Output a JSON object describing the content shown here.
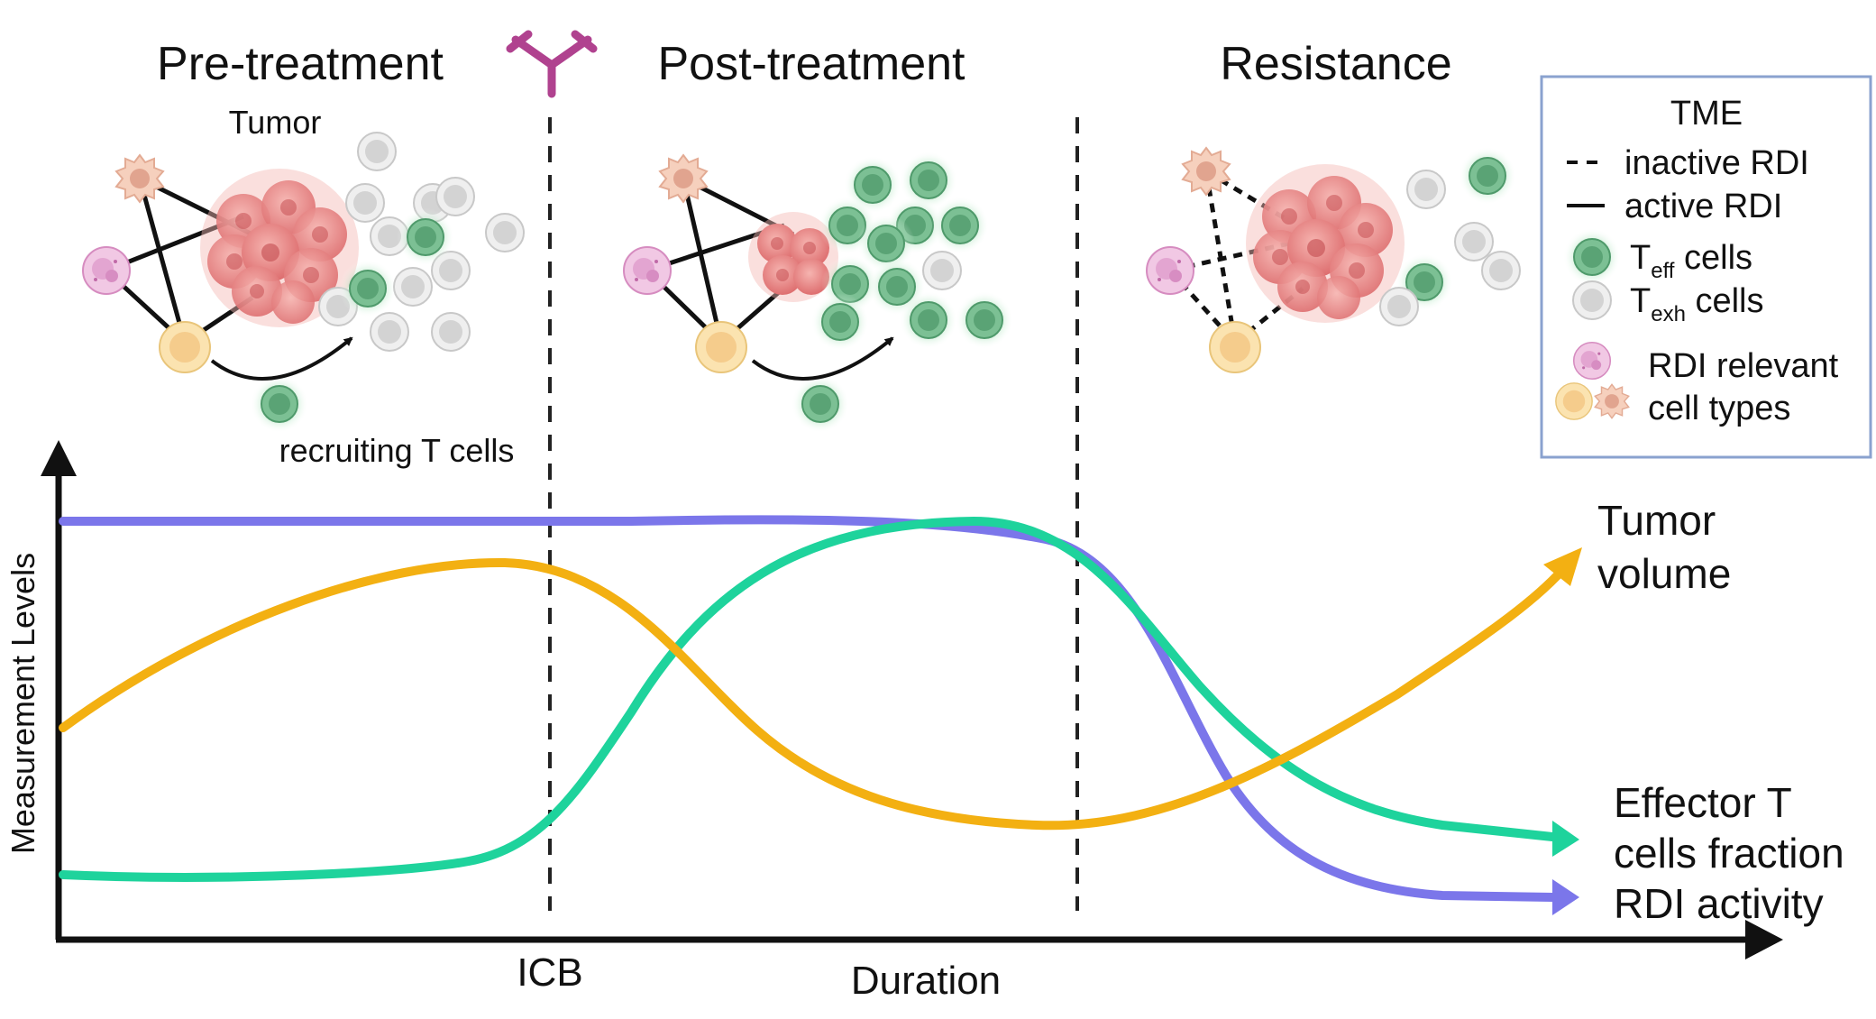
{
  "phases": {
    "pre": "Pre-treatment",
    "post": "Post-treatment",
    "resistance": "Resistance"
  },
  "tumor_label": "Tumor",
  "recruiting_label": "recruiting T cells",
  "axes": {
    "y_label": "Measurement Levels",
    "x_label": "Duration",
    "icb_label": "ICB"
  },
  "curves": {
    "tumor_volume": {
      "line1": "Tumor",
      "line2": "volume",
      "color": "#f3b012"
    },
    "effector": {
      "line1": "Effector T",
      "line2": "cells fraction",
      "color": "#1ed39c"
    },
    "rdi": {
      "label": "RDI activity",
      "color": "#7b76ea"
    }
  },
  "legend": {
    "title": "TME",
    "inactive": "inactive RDI",
    "active": "active RDI",
    "teff_T": "T",
    "teff_sub": "eff",
    "teff_rest": " cells",
    "texh_T": "T",
    "texh_sub": "exh",
    "texh_rest": " cells",
    "rdi_line1": "RDI relevant",
    "rdi_line2": "cell types"
  },
  "colors": {
    "tumor": "#e58a8a",
    "teff": "#5fb27f",
    "texh": "#d9d9d9",
    "antibody": "#b0428f",
    "legend_border": "#8aa2cf"
  }
}
